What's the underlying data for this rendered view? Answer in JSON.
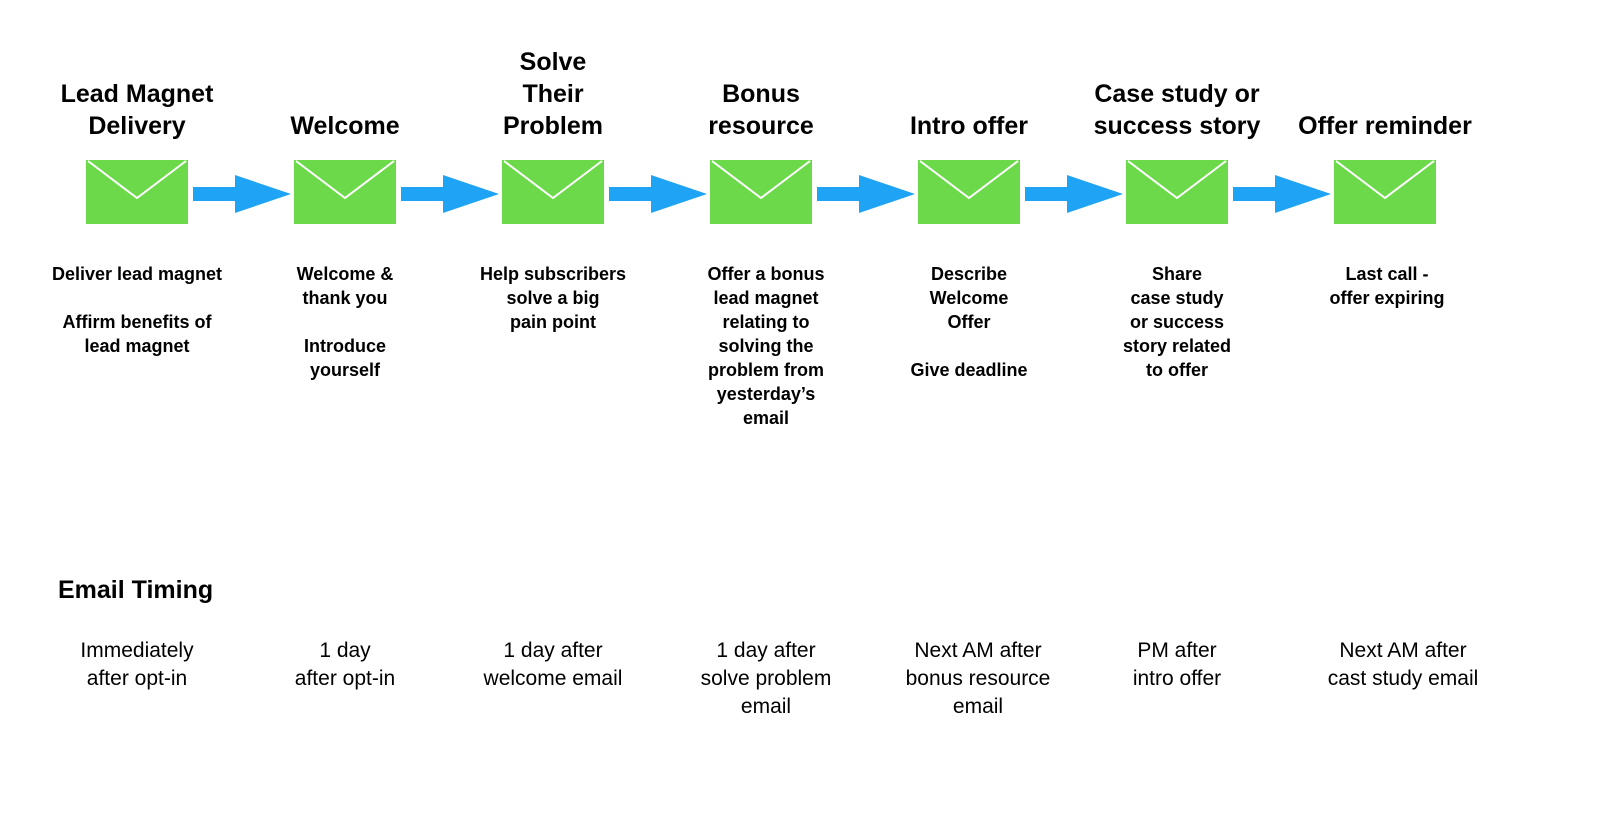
{
  "colors": {
    "envelope": "#6cd94a",
    "envelope_line": "#ffffff",
    "arrow": "#1ea3f5"
  },
  "steps": [
    {
      "title": [
        "Lead Magnet",
        "Delivery"
      ],
      "description": [
        [
          "Deliver lead magnet"
        ],
        [
          "Affirm benefits of",
          "lead magnet"
        ]
      ],
      "timing": [
        "Immediately",
        "after opt-in"
      ]
    },
    {
      "title": [
        "Welcome"
      ],
      "description": [
        [
          "Welcome &",
          "thank you"
        ],
        [
          "Introduce",
          "yourself"
        ]
      ],
      "timing": [
        "1 day",
        "after opt-in"
      ]
    },
    {
      "title": [
        "Solve",
        "Their",
        "Problem"
      ],
      "description": [
        [
          "Help subscribers",
          "solve a big",
          "pain point"
        ]
      ],
      "timing": [
        "1 day after",
        "welcome email"
      ]
    },
    {
      "title": [
        "Bonus",
        "resource"
      ],
      "description": [
        [
          "Offer a bonus",
          "lead magnet",
          "relating to",
          "solving the",
          "problem from",
          "yesterday’s",
          "email"
        ]
      ],
      "timing": [
        "1 day after",
        "solve problem",
        "email"
      ]
    },
    {
      "title": [
        "Intro offer"
      ],
      "description": [
        [
          "Describe",
          "Welcome",
          "Offer"
        ],
        [
          "Give deadline"
        ]
      ],
      "timing": [
        "Next AM after",
        "bonus resource",
        "email"
      ]
    },
    {
      "title": [
        "Case study or",
        "success story"
      ],
      "description": [
        [
          "Share",
          "case study",
          "or success",
          "story related",
          "to offer"
        ]
      ],
      "timing": [
        "PM after",
        "intro offer"
      ]
    },
    {
      "title": [
        "Offer reminder"
      ],
      "description": [
        [
          "Last call -",
          "offer expiring"
        ]
      ],
      "timing": [
        "Next AM after",
        "cast study email"
      ]
    }
  ],
  "timing_heading": "Email Timing"
}
